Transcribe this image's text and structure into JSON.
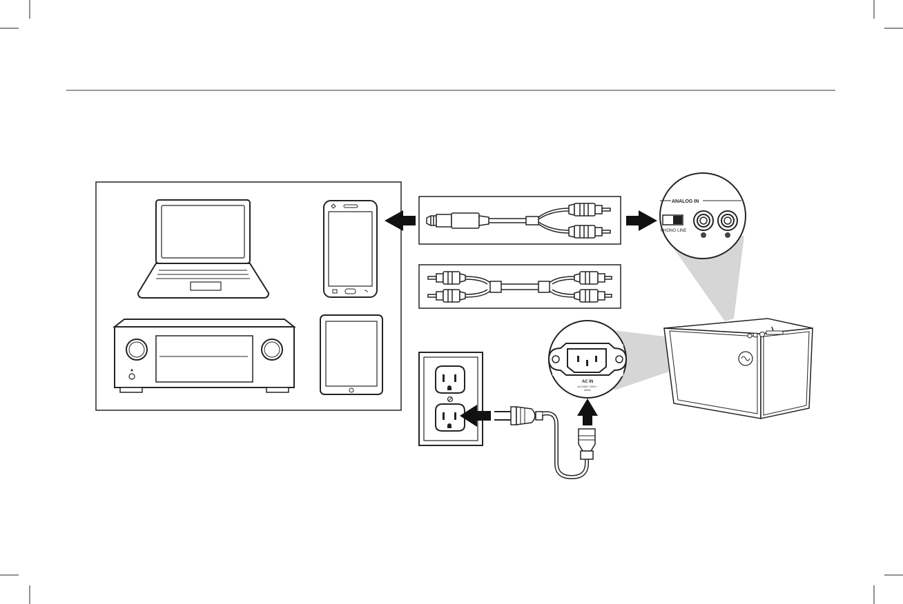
{
  "figure": {
    "devices_panel": {
      "items": [
        "laptop",
        "smartphone",
        "av-receiver",
        "tablet"
      ]
    },
    "cables": {
      "aux_to_rca": "3.5mm-to-dual-rca-cable",
      "rca_to_rca": "dual-rca-to-dual-rca-cable",
      "power": "ac-power-cord"
    },
    "analog_in_callout": {
      "title": "ANALOG IN",
      "switch_left": "PHONO",
      "switch_right": "LINE"
    },
    "ac_in_callout": {
      "title": "AC IN",
      "rating_line1": "AC100V~120V~",
      "rating_line2": "60Hz"
    },
    "colors": {
      "ink": "#1a1a1a",
      "callout_fill": "#d6d6d6",
      "background": "#ffffff"
    },
    "icons": [
      "crop-marks",
      "header-rule",
      "arrow-icon",
      "outlet-icon",
      "speaker-icon"
    ]
  }
}
